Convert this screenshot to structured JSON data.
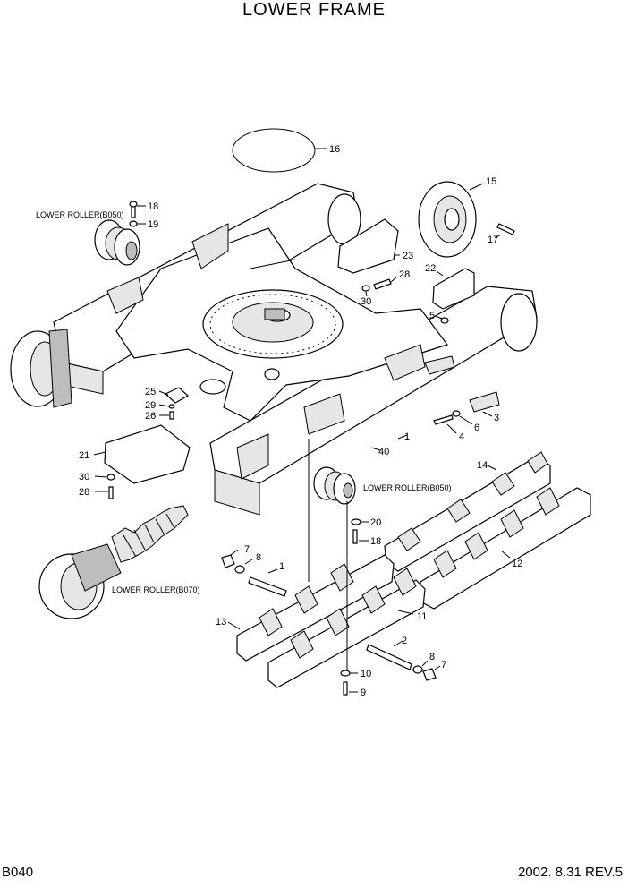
{
  "title": "LOWER FRAME",
  "footer": {
    "code": "B040",
    "revision": "2002. 8.31  REV.5"
  },
  "labels": {
    "lower_roller_top": "LOWER ROLLER(B050)",
    "lower_roller_mid": "LOWER ROLLER(B050)",
    "lower_roller_idler": "LOWER ROLLER(B070)"
  },
  "callouts": [
    {
      "id": "c16",
      "text": "16"
    },
    {
      "id": "c15",
      "text": "15"
    },
    {
      "id": "c18a",
      "text": "18"
    },
    {
      "id": "c19",
      "text": "19"
    },
    {
      "id": "c17",
      "text": "17"
    },
    {
      "id": "c23",
      "text": "23"
    },
    {
      "id": "c28a",
      "text": "28"
    },
    {
      "id": "c30a",
      "text": "30"
    },
    {
      "id": "c22",
      "text": "22"
    },
    {
      "id": "c5",
      "text": "5"
    },
    {
      "id": "c25",
      "text": "25"
    },
    {
      "id": "c29",
      "text": "29"
    },
    {
      "id": "c26",
      "text": "26"
    },
    {
      "id": "c3",
      "text": "3"
    },
    {
      "id": "c6",
      "text": "6"
    },
    {
      "id": "c4",
      "text": "4"
    },
    {
      "id": "c1a",
      "text": "1"
    },
    {
      "id": "c40",
      "text": "40"
    },
    {
      "id": "c21",
      "text": "21"
    },
    {
      "id": "c30b",
      "text": "30"
    },
    {
      "id": "c28b",
      "text": "28"
    },
    {
      "id": "c14",
      "text": "14"
    },
    {
      "id": "c20",
      "text": "20"
    },
    {
      "id": "c18b",
      "text": "18"
    },
    {
      "id": "c7a",
      "text": "7"
    },
    {
      "id": "c8a",
      "text": "8"
    },
    {
      "id": "c1b",
      "text": "1"
    },
    {
      "id": "c12",
      "text": "12"
    },
    {
      "id": "c13",
      "text": "13"
    },
    {
      "id": "c11",
      "text": "11"
    },
    {
      "id": "c2",
      "text": "2"
    },
    {
      "id": "c8b",
      "text": "8"
    },
    {
      "id": "c7b",
      "text": "7"
    },
    {
      "id": "c10",
      "text": "10"
    },
    {
      "id": "c9",
      "text": "9"
    }
  ]
}
